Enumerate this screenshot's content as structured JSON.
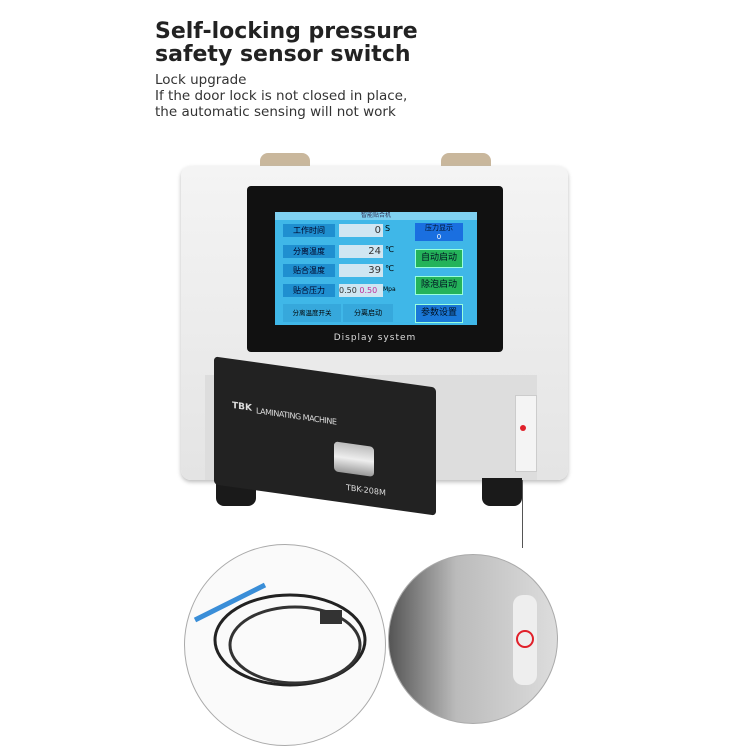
{
  "heading": {
    "title": "Self-locking pressure safety sensor switch",
    "lines": [
      "Lock upgrade",
      "If the door lock is not closed in place,",
      "the automatic sensing will not work"
    ]
  },
  "screen": {
    "status_title": "智能贴合机",
    "rows": [
      {
        "label": "工作时间",
        "value": "0",
        "unit": "S"
      },
      {
        "label": "分离温度",
        "value": "24",
        "unit": "℃"
      },
      {
        "label": "贴合温度",
        "value": "39",
        "unit": "℃"
      },
      {
        "label": "贴合压力",
        "value": "0.50",
        "value2": "0.50",
        "unit": "Mpa"
      }
    ],
    "pressure_label": "压力显示",
    "pressure_value": "0",
    "buttons": [
      "自动启动",
      "除泡启动",
      "参数设置"
    ],
    "bottom": [
      "分离温度开关",
      "分离启动"
    ],
    "display_label": "Display system"
  },
  "device": {
    "brand": "TBK",
    "name": "LAMINATING MACHINE",
    "model": "TBK-208M"
  },
  "colors": {
    "screen": "#3fb7e8",
    "indicator": "#e0202a"
  }
}
